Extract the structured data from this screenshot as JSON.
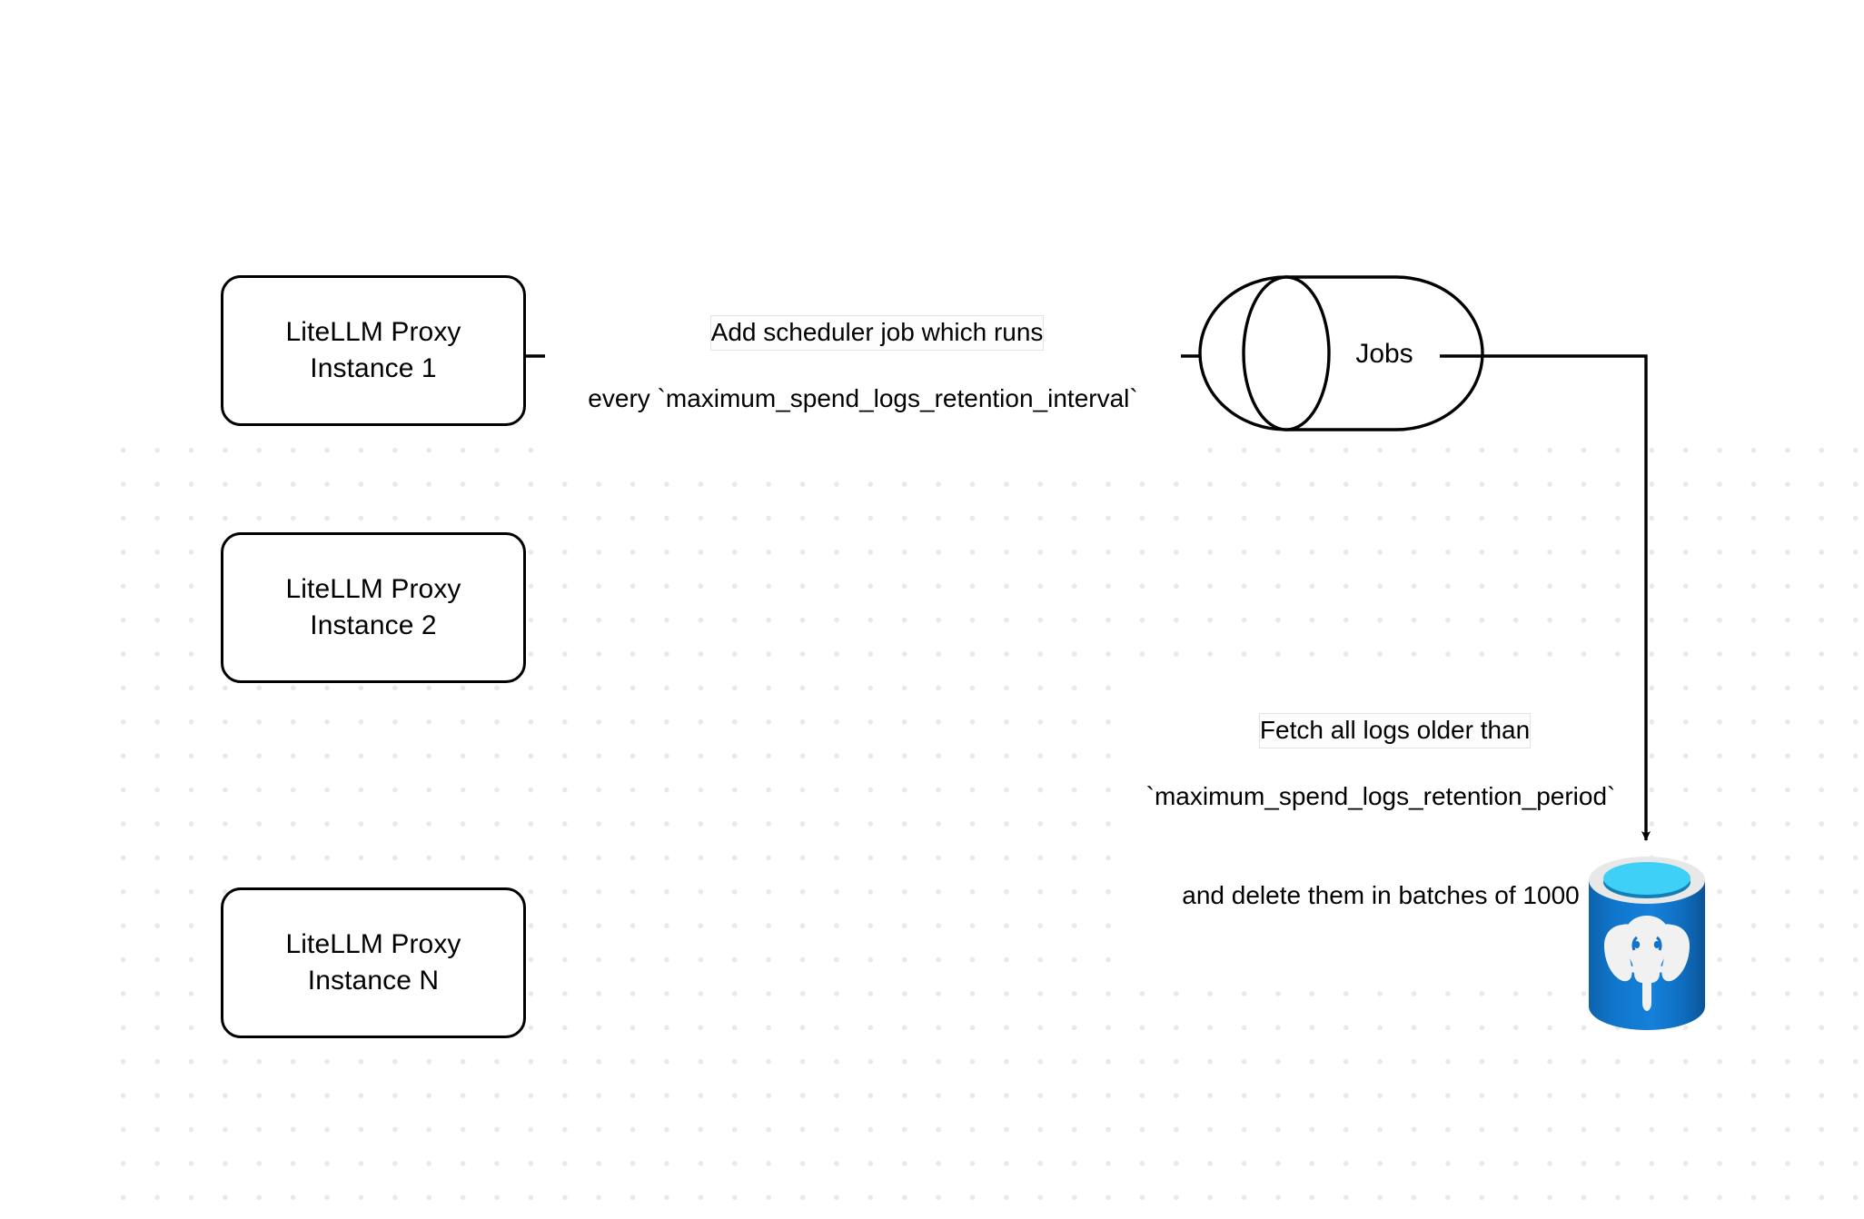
{
  "diagram": {
    "title": "LiteLLM spend logs retention scheduler flow",
    "background": "#ffffff",
    "grid_dot_color": "#e9e9e9",
    "stroke_color": "#000000",
    "nodes": [
      {
        "id": "proxy-1",
        "type": "rounded-rect",
        "lines": [
          "LiteLLM Proxy",
          "Instance 1"
        ]
      },
      {
        "id": "proxy-2",
        "type": "rounded-rect",
        "lines": [
          "LiteLLM Proxy",
          "Instance 2"
        ]
      },
      {
        "id": "proxy-3",
        "type": "rounded-rect",
        "lines": [
          "LiteLLM Proxy",
          "Instance N"
        ]
      },
      {
        "id": "jobs",
        "type": "cylinder-horizontal",
        "label": "Jobs"
      },
      {
        "id": "postgres",
        "type": "database-icon",
        "icon": "postgresql-database-icon",
        "colors": {
          "body_light": "#1580d8",
          "body_dark": "#0a5ea8",
          "rim": "#e6e6e6",
          "liquid": "#3fd0f7",
          "liquid_shadow": "#1380b5",
          "elephant": "#f1f1f1"
        }
      }
    ],
    "edges": [
      {
        "id": "edge-proxy1-to-jobs",
        "from": "proxy-1",
        "to": "jobs",
        "arrow": "right",
        "label_lines": [
          "Add scheduler job which runs",
          "every `maximum_spend_logs_retention_interval`"
        ],
        "highlighted_fragment": "Add scheduler"
      },
      {
        "id": "edge-jobs-to-postgres",
        "from": "jobs",
        "to": "postgres",
        "arrow": "down",
        "label_lines": [
          "Fetch all logs older than",
          "`maximum_spend_logs_retention_period`",
          "and delete them in batches of 1000"
        ],
        "highlighted_fragment": "Fetch all logs older than"
      }
    ]
  }
}
